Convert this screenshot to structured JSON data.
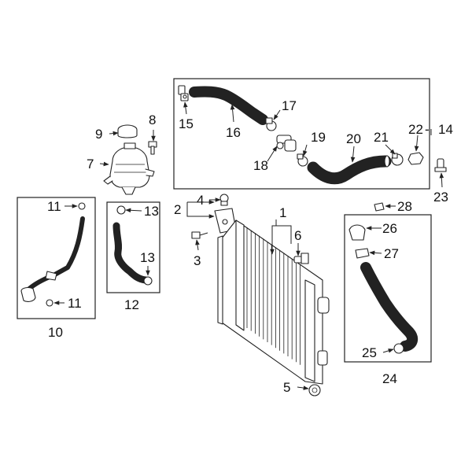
{
  "callouts": {
    "c1": "1",
    "c2": "2",
    "c3": "3",
    "c4": "4",
    "c5": "5",
    "c6": "6",
    "c7": "7",
    "c8": "8",
    "c9": "9",
    "c10": "10",
    "c11a": "11",
    "c11b": "11",
    "c12": "12",
    "c13a": "13",
    "c13b": "13",
    "c14": "14",
    "c15": "15",
    "c16": "16",
    "c17": "17",
    "c18": "18",
    "c19": "19",
    "c20": "20",
    "c21": "21",
    "c22": "22",
    "c23": "23",
    "c24": "24",
    "c25": "25",
    "c26": "26",
    "c27": "27",
    "c28": "28"
  },
  "colors": {
    "highlight": "#2147c9",
    "line": "#222222",
    "background": "#ffffff"
  }
}
